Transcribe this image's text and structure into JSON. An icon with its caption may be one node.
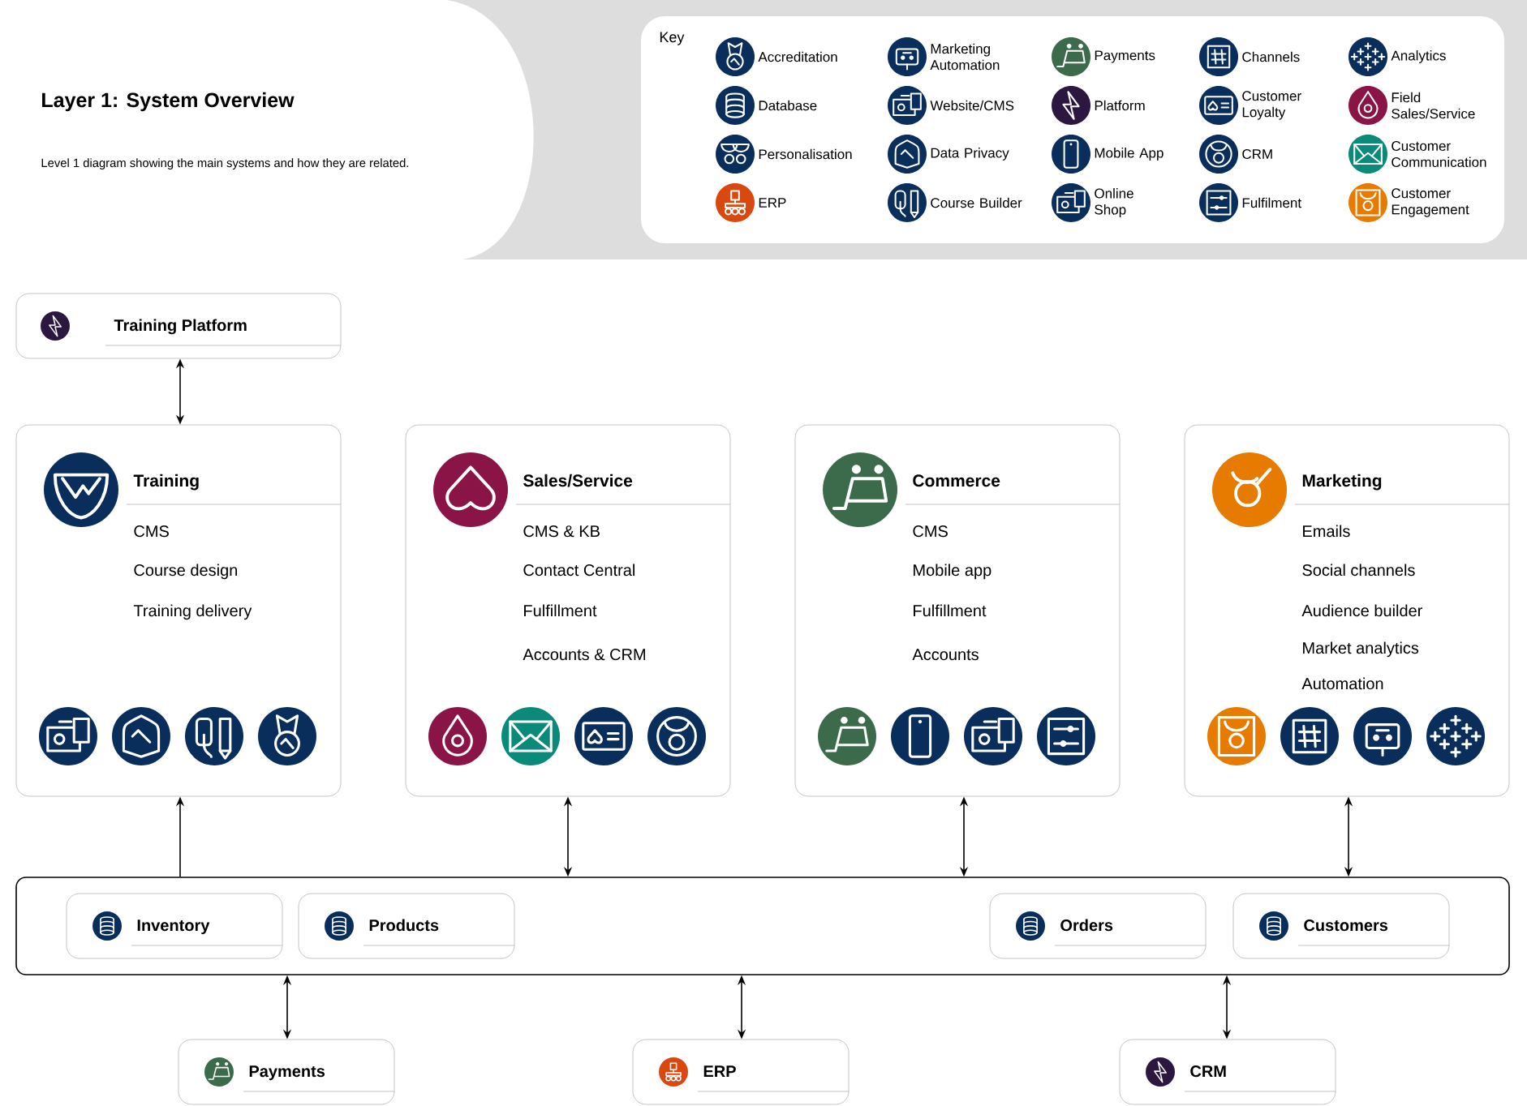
{
  "diagram": {
    "title": "Layer 1: System Overview",
    "caption": "Level 1 diagram showing the main systems and how they are related.",
    "nodes": [
      {
        "text": [
          "Training Platform"
        ]
      },
      {
        "text": [
          "Training",
          "CMS",
          "Course design",
          "Training delivery"
        ]
      },
      {
        "text": [
          "Sales/Service",
          "CMS & KB",
          "Contact Central",
          "Fulfillment",
          "Accounts & CRM"
        ]
      },
      {
        "text": [
          "Commerce",
          "CMS",
          "Mobile app",
          "Fulfillment",
          "Accounts"
        ]
      },
      {
        "text": [
          "Marketing",
          "Emails",
          "Social channels",
          "Audience builder",
          "Market analytics",
          "Automation"
        ]
      },
      {
        "text": [],
        "shape": "box"
      },
      {
        "text": [
          "Inventory"
        ],
        "in": 5
      },
      {
        "text": [
          "Products"
        ],
        "in": 5
      },
      {
        "text": [
          "Orders"
        ],
        "in": 5
      },
      {
        "text": [
          "Customers"
        ],
        "in": 5
      },
      {
        "text": [
          "Payments"
        ]
      },
      {
        "text": [
          "ERP"
        ]
      },
      {
        "text": [
          "CRM"
        ]
      }
    ],
    "edges": [
      {
        "from": 0,
        "to": 1,
        "arrow": "both"
      },
      {
        "from": 5,
        "to": 1,
        "arrow": "to"
      },
      {
        "from": 2,
        "to": 5,
        "arrow": "both"
      },
      {
        "from": 3,
        "to": 5,
        "arrow": "both"
      },
      {
        "from": 4,
        "to": 5,
        "arrow": "both"
      },
      {
        "from": 5,
        "to": 10,
        "arrow": "both"
      },
      {
        "from": 5,
        "to": 11,
        "arrow": "both"
      },
      {
        "from": 5,
        "to": 12,
        "arrow": "both"
      }
    ],
    "labels": [
      "Key"
    ],
    "legend": [
      {
        "text": "Accreditation"
      },
      {
        "text": "Marketing Automation"
      },
      {
        "text": "Payments"
      },
      {
        "text": "Channels"
      },
      {
        "text": "Analytics"
      },
      {
        "text": "Database"
      },
      {
        "text": "Website/CMS"
      },
      {
        "text": "Platform"
      },
      {
        "text": "Customer Loyalty"
      },
      {
        "text": "Field Sales/Service"
      },
      {
        "text": "Personalisation"
      },
      {
        "text": "Data Privacy"
      },
      {
        "text": "Mobile App"
      },
      {
        "text": "CRM"
      },
      {
        "text": "Customer Communication"
      },
      {
        "text": "ERP"
      },
      {
        "text": "Course Builder"
      },
      {
        "text": "Online Shop"
      },
      {
        "text": "Fulfilment"
      },
      {
        "text": "Customer Engagement"
      }
    ]
  }
}
